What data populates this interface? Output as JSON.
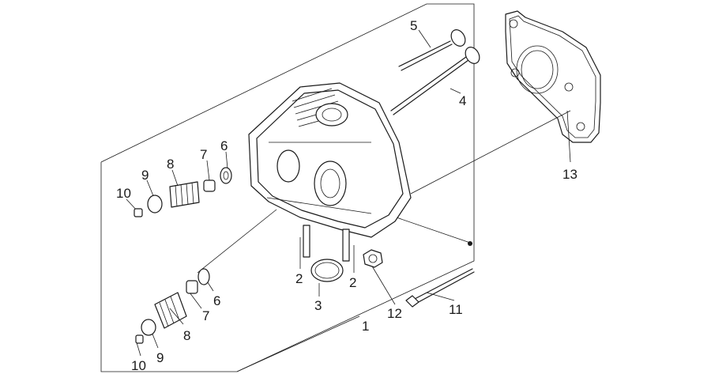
{
  "diagram": {
    "callouts": [
      {
        "id": "c5",
        "text": "5"
      },
      {
        "id": "c4",
        "text": "4"
      },
      {
        "id": "c13",
        "text": "13"
      },
      {
        "id": "c6a",
        "text": "6"
      },
      {
        "id": "c7a",
        "text": "7"
      },
      {
        "id": "c8a",
        "text": "8"
      },
      {
        "id": "c9a",
        "text": "9"
      },
      {
        "id": "c10a",
        "text": "10"
      },
      {
        "id": "c2a",
        "text": "2"
      },
      {
        "id": "c2b",
        "text": "2"
      },
      {
        "id": "c3",
        "text": "3"
      },
      {
        "id": "c12",
        "text": "12"
      },
      {
        "id": "c11",
        "text": "11"
      },
      {
        "id": "c1",
        "text": "1"
      },
      {
        "id": "c6b",
        "text": "6"
      },
      {
        "id": "c7b",
        "text": "7"
      },
      {
        "id": "c8b",
        "text": "8"
      },
      {
        "id": "c9b",
        "text": "9"
      },
      {
        "id": "c10b",
        "text": "10"
      }
    ]
  }
}
